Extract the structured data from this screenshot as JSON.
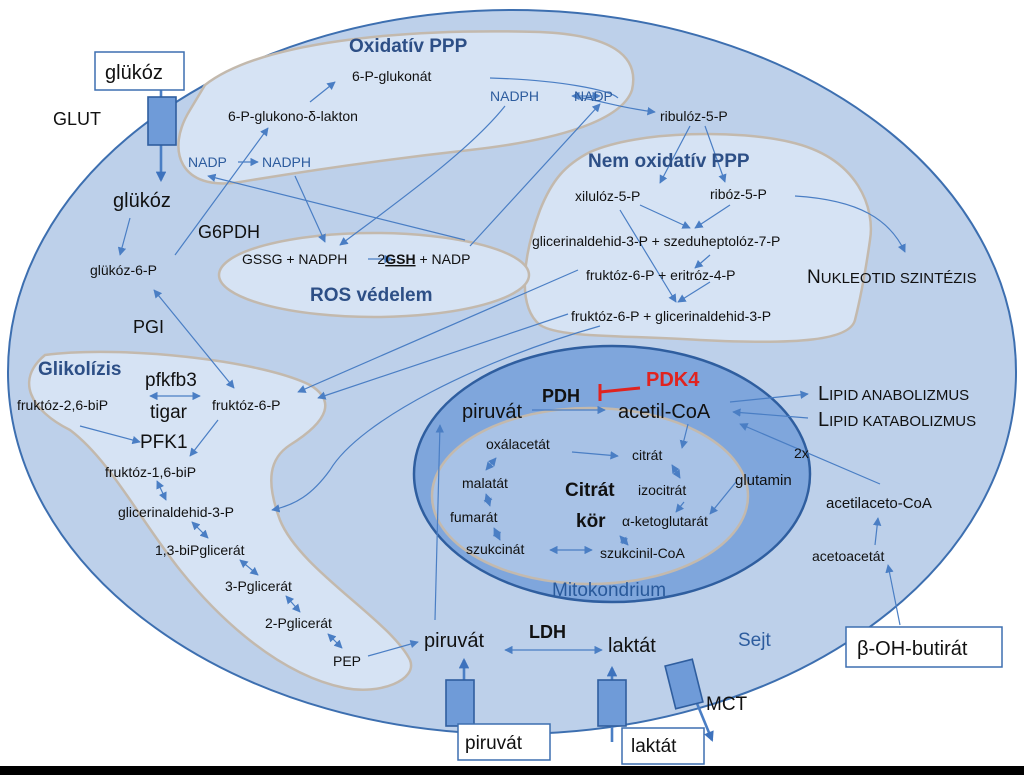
{
  "colors": {
    "cell_fill": "#bdd0ea",
    "region_fill": "#d6e3f4",
    "mito_outer": "#7fa6dc",
    "mito_inner": "#a8c2e6",
    "arrow": "#4a7ec4",
    "red": "#e0231f"
  },
  "labels": {
    "glukoz_out": "glükóz",
    "glut": "GLUT",
    "glukoz_in": "glükóz",
    "g6pdh": "G6PDH",
    "glukoz6p": "glükóz-6-P",
    "pgi": "PGI",
    "oxppp_title": "Oxidatív PPP",
    "p6gluconat": "6-P-glukonát",
    "lakton": "6-P-glukono-δ-lakton",
    "nadph_a": "NADPH",
    "nadp_a": "NADP",
    "nadp_b": "NADP",
    "nadph_b": "NADPH",
    "ribuloz": "ribulóz-5-P",
    "nonox_title": "Nem oxidatív PPP",
    "xiluloz": "xilulóz-5-P",
    "riboz": "ribóz-5-P",
    "glicald_szedu": "glicerinaldehid-3-P + szeduheptolóz-7-P",
    "fruk_eritr": "fruktóz-6-P + eritróz-4-P",
    "fruk_glicald": "fruktóz-6-P + glicerinaldehid-3-P",
    "nukleotid_n": "N",
    "nukleotid_rest": "UKLEOTID SZINTÉZIS",
    "ros_eq_a": "GSSG + NADPH",
    "ros_eq_b": "2",
    "ros_eq_gsh": "GSH",
    "ros_eq_c": " + NADP",
    "ros_title": "ROS védelem",
    "glikolizis_title": "Glikolízis",
    "pfkfb3": "pfkfb3",
    "tigar": "tigar",
    "fruk26": "fruktóz-2,6-biP",
    "fruk6p": "fruktóz-6-P",
    "pfk1": "PFK1",
    "fruk16": "fruktóz-1,6-biP",
    "glicald": "glicerinaldehid-3-P",
    "bpg13": "1,3-biPglicerát",
    "pg3": "3-Pglicerát",
    "pg2": "2-Pglicerát",
    "pep": "PEP",
    "piruvat_cyt": "piruvát",
    "ldh": "LDH",
    "laktat_cyt": "laktát",
    "sejt": "Sejt",
    "mct": "MCT",
    "piruvat_out": "piruvát",
    "laktat_out": "laktát",
    "bohb": "β-OH-butirát",
    "acetoacetat": "acetoacetát",
    "acetilacetoCoA": "acetilaceto-CoA",
    "twox": "2x",
    "glutamin": "glutamin",
    "lipid_ana_l": "L",
    "lipid_ana_rest": "IPID ANABOLIZMUS",
    "lipid_kat_l": "L",
    "lipid_kat_rest": "IPID KATABOLIZMUS",
    "pdk4": "PDK4",
    "pdh": "PDH",
    "piruvat_mito": "piruvát",
    "acetilCoA": "acetil-CoA",
    "oxalacetat": "oxálacetát",
    "citrat": "citrát",
    "malatat": "malatát",
    "citrat_kor_a": "Citrát",
    "citrat_kor_b": "kör",
    "izocitrat": "izocitrát",
    "fumarat": "fumarát",
    "ketoglutarat": "α-ketoglutarát",
    "szukcinat": "szukcinát",
    "szukcinilCoA": "szukcinil-CoA",
    "mitokondrium": "Mitokondrium"
  }
}
